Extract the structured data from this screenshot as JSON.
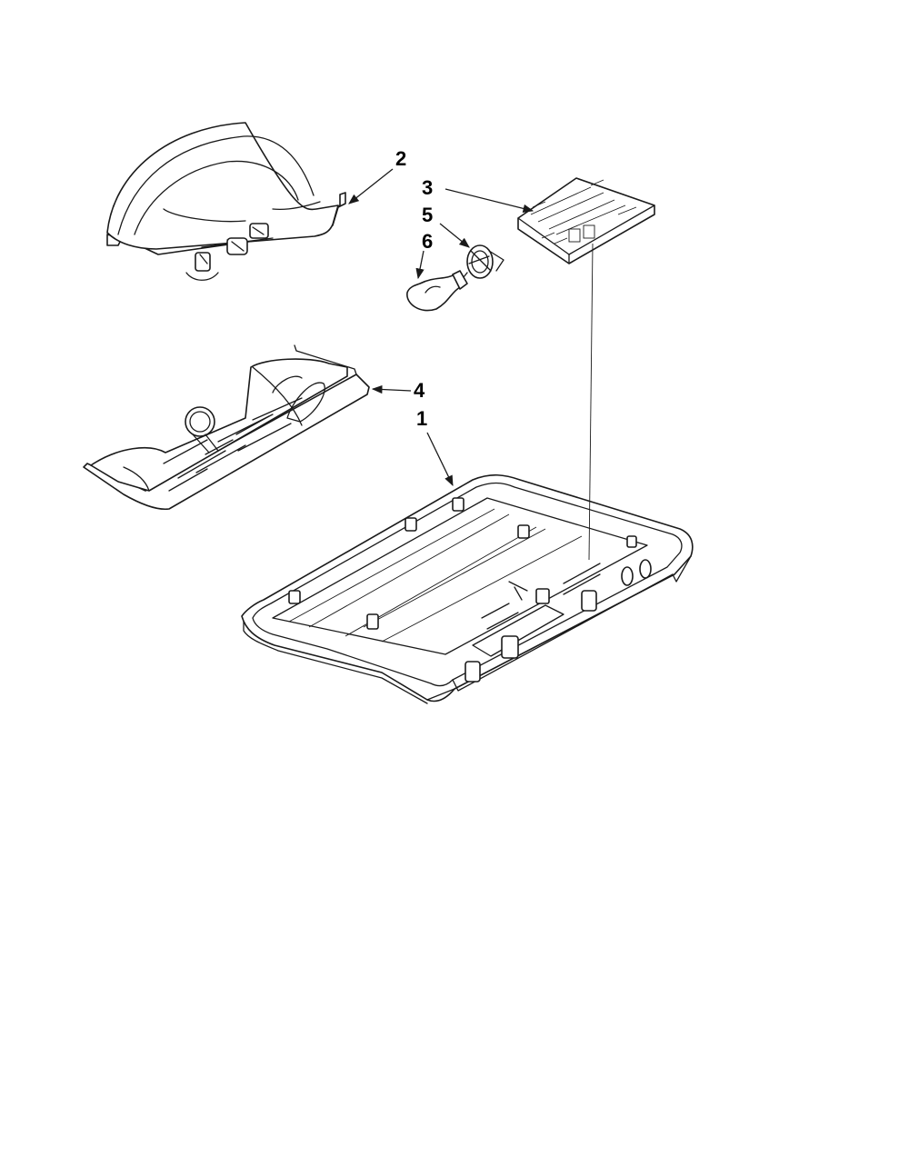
{
  "callouts": [
    {
      "id": "1",
      "label": "1"
    },
    {
      "id": "2",
      "label": "2"
    },
    {
      "id": "3",
      "label": "3"
    },
    {
      "id": "4",
      "label": "4"
    },
    {
      "id": "5",
      "label": "5"
    },
    {
      "id": "6",
      "label": "6"
    }
  ],
  "line_color": "#1a1a1a",
  "background_color": "#ffffff"
}
